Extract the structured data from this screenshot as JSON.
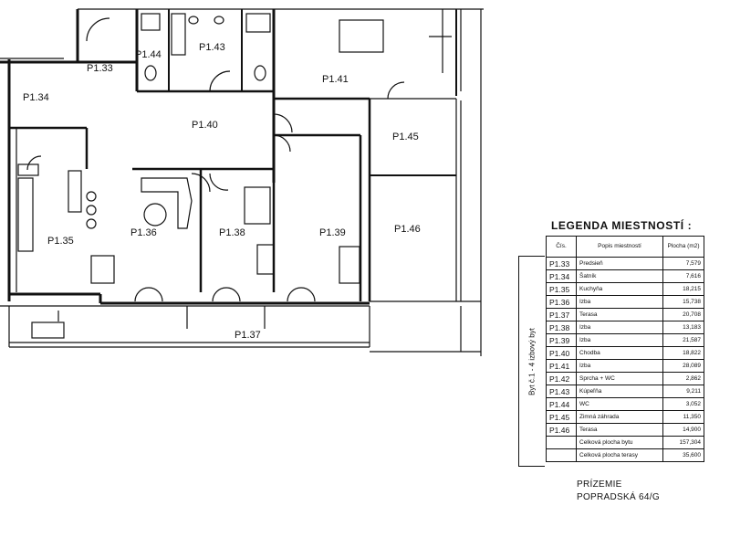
{
  "rooms": {
    "r133": "P1.33",
    "r134": "P1.34",
    "r135": "P1.35",
    "r136": "P1.36",
    "r137": "P1.37",
    "r138": "P1.38",
    "r139": "P1.39",
    "r140": "P1.40",
    "r141": "P1.41",
    "r143": "P1.43",
    "r144": "P1.44",
    "r145": "P1.45",
    "r146": "P1.46"
  },
  "legend": {
    "title": "LEGENDA MIESTNOSTÍ :",
    "side_label": "Byt č.1 - 4 izbový byt",
    "headers": {
      "code": "Čís.",
      "desc": "Popis miestností",
      "area": "Plocha (m2)"
    },
    "rows": [
      {
        "code": "P1.33",
        "desc": "Predsieň",
        "area": "7,579"
      },
      {
        "code": "P1.34",
        "desc": "Šatník",
        "area": "7,616"
      },
      {
        "code": "P1.35",
        "desc": "Kuchyňa",
        "area": "18,215"
      },
      {
        "code": "P1.36",
        "desc": "Izba",
        "area": "15,738"
      },
      {
        "code": "P1.37",
        "desc": "Terasa",
        "area": "20,708"
      },
      {
        "code": "P1.38",
        "desc": "Izba",
        "area": "13,183"
      },
      {
        "code": "P1.39",
        "desc": "Izba",
        "area": "21,587"
      },
      {
        "code": "P1.40",
        "desc": "Chodba",
        "area": "18,822"
      },
      {
        "code": "P1.41",
        "desc": "Izba",
        "area": "28,089"
      },
      {
        "code": "P1.42",
        "desc": "Sprcha + WC",
        "area": "2,862"
      },
      {
        "code": "P1.43",
        "desc": "Kúpeľňa",
        "area": "9,211"
      },
      {
        "code": "P1.44",
        "desc": "WC",
        "area": "3,052"
      },
      {
        "code": "P1.45",
        "desc": "Zimná záhrada",
        "area": "11,350"
      },
      {
        "code": "P1.46",
        "desc": "Terasa",
        "area": "14,900"
      }
    ],
    "totals": [
      {
        "desc": "Celková plocha bytu",
        "area": "157,304"
      },
      {
        "desc": "Celková plocha terasy",
        "area": "35,600"
      }
    ]
  },
  "footer": {
    "line1": "PRÍZEMIE",
    "line2": "POPRADSKÁ 64/G"
  }
}
